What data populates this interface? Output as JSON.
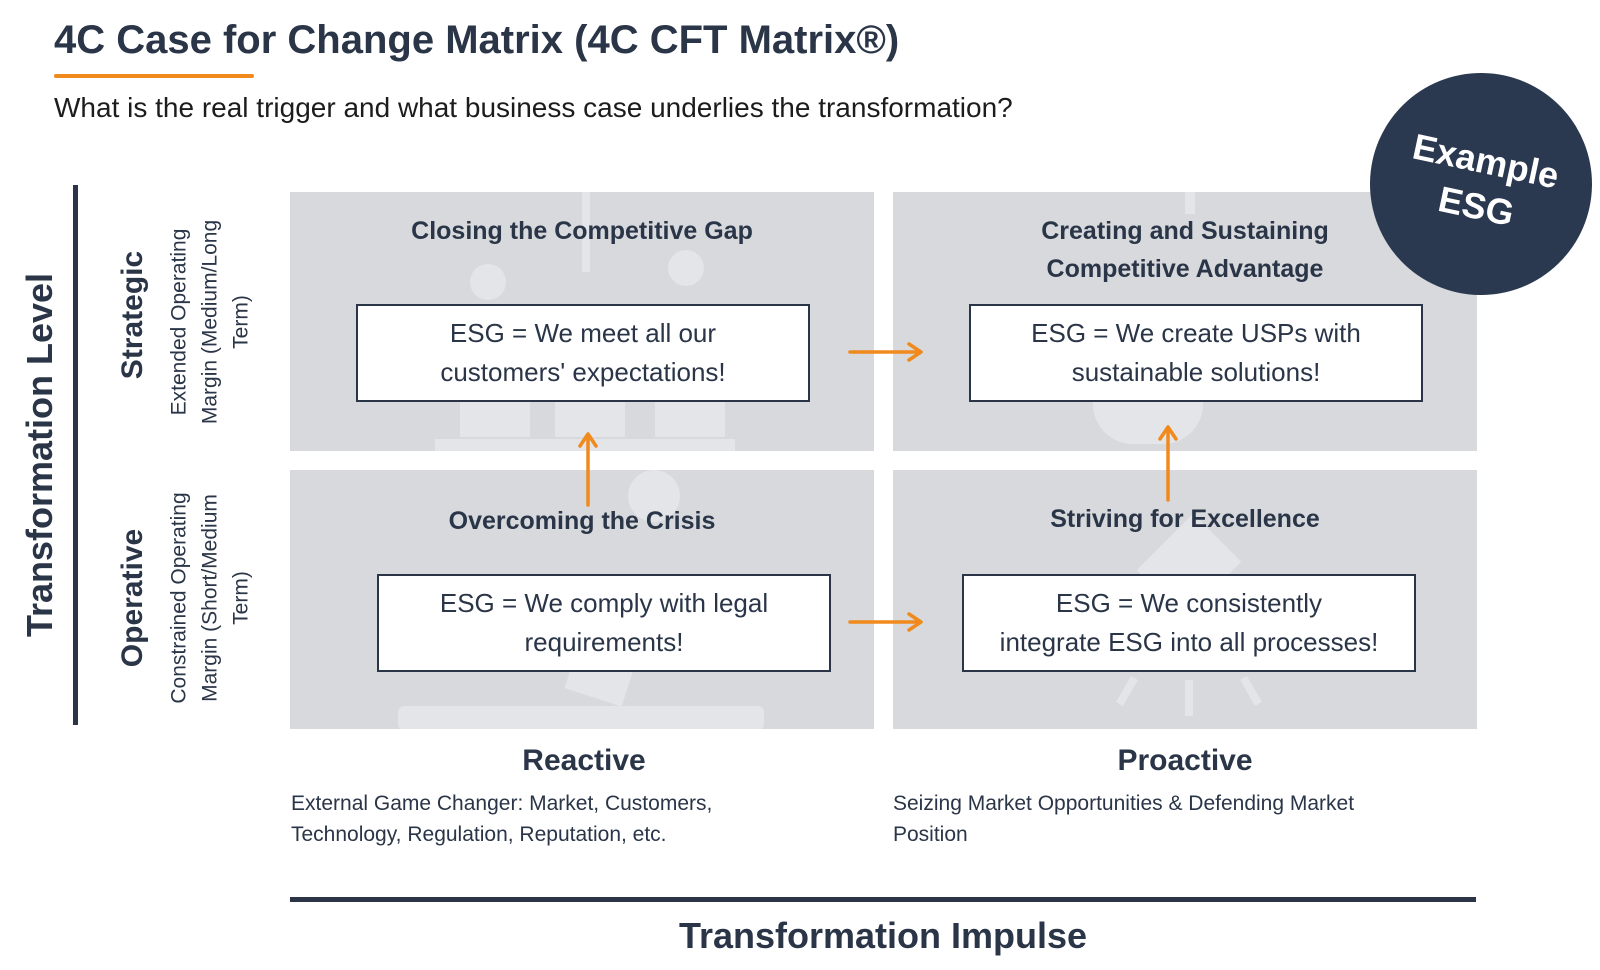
{
  "header": {
    "title": "4C Case for Change Matrix (4C CFT Matrix®)",
    "subtitle": "What is the real trigger and what business case underlies the transformation?"
  },
  "badge": {
    "line1": "Example",
    "line2": "ESG"
  },
  "y_axis": {
    "title": "Transformation Level",
    "strategic": {
      "label": "Strategic",
      "sub_line1": "Extended Operating",
      "sub_line2": "Margin (Medium/Long",
      "sub_line3": "Term)"
    },
    "operative": {
      "label": "Operative",
      "sub_line1": "Constrained Operating",
      "sub_line2": "Margin (Short/Medium",
      "sub_line3": "Term)"
    }
  },
  "quadrants": {
    "top_left": {
      "heading": "Closing the Competitive Gap",
      "box_line1": "ESG = We meet all our",
      "box_line2": "customers' expectations!"
    },
    "top_right": {
      "heading_line1": "Creating and Sustaining",
      "heading_line2": "Competitive Advantage",
      "box_line1": "ESG = We create USPs with",
      "box_line2": "sustainable solutions!"
    },
    "bottom_left": {
      "heading": "Overcoming the Crisis",
      "box_line1": "ESG = We comply with legal",
      "box_line2": "requirements!"
    },
    "bottom_right": {
      "heading": "Striving for Excellence",
      "box_line1": "ESG = We consistently",
      "box_line2": "integrate ESG into all processes!"
    }
  },
  "x_axis": {
    "title": "Transformation Impulse",
    "reactive": {
      "label": "Reactive",
      "desc_line1": "External Game Changer: Market, Customers,",
      "desc_line2": "Technology, Regulation, Reputation, etc."
    },
    "proactive": {
      "label": "Proactive",
      "desc_line1": "Seizing Market Opportunities & Defending Market",
      "desc_line2": "Position"
    }
  },
  "colors": {
    "accent": "#f08a1c",
    "navy": "#2b3950",
    "quadrant": "#d7d9dd"
  }
}
